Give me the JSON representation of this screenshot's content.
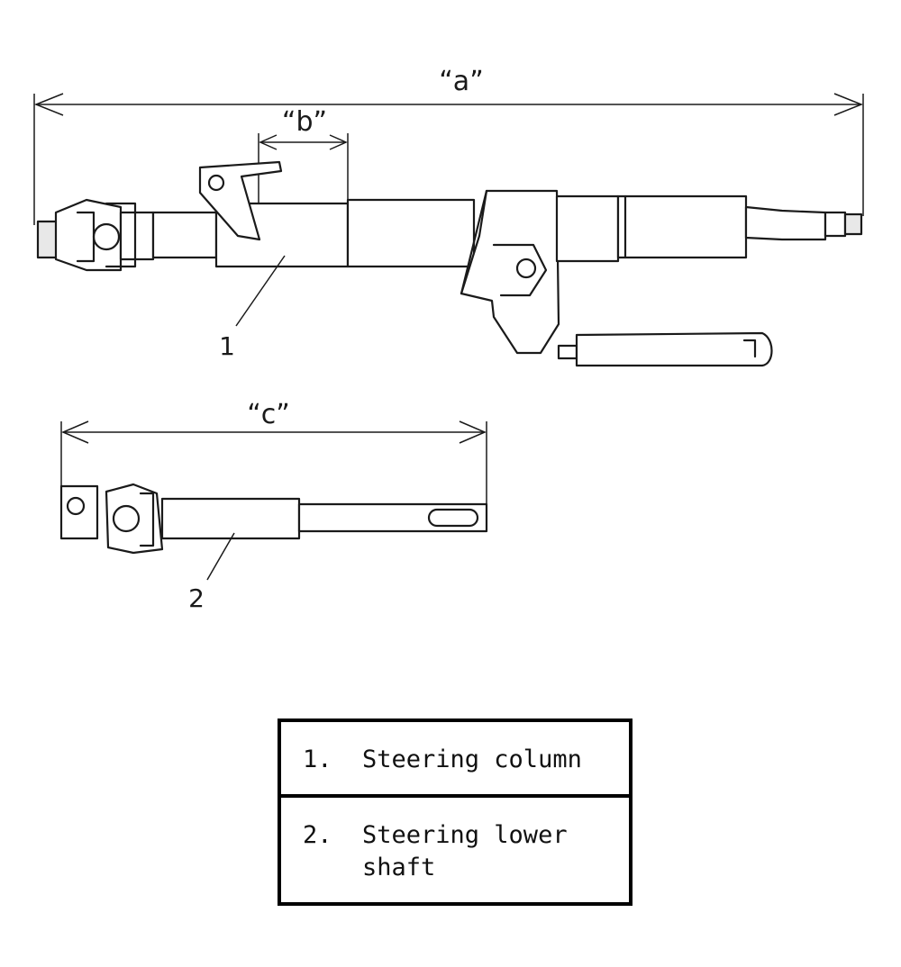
{
  "dimensions": {
    "a": "“a”",
    "b": "“b”",
    "c": "“c”"
  },
  "callouts": {
    "part1": "1",
    "part2": "2"
  },
  "legend": {
    "items": [
      {
        "number": "1.",
        "label": "Steering column"
      },
      {
        "number": "2.",
        "label": "Steering lower shaft"
      }
    ]
  }
}
